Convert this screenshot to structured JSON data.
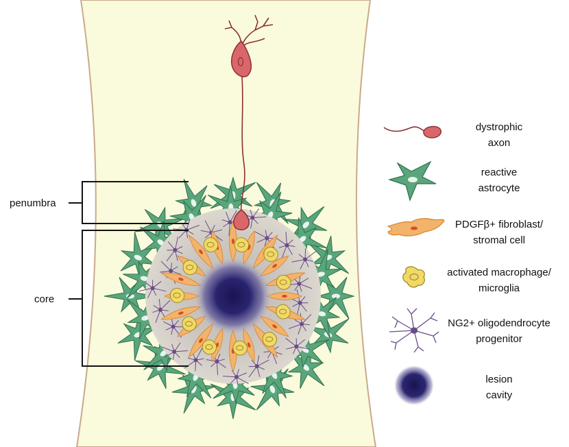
{
  "colors": {
    "tissue": "#fafadc",
    "tissue_edge": "#c9a98a",
    "astrocyte": "#5aa67c",
    "astrocyte_edge": "#2f6f4c",
    "fibroblast": "#f2b36a",
    "fibroblast_edge": "#d9822e",
    "macrophage": "#f2d866",
    "macrophage_edge": "#9a8a2a",
    "opc": "#6a4b87",
    "neuron": "#d9676a",
    "neuron_edge": "#8a2f35",
    "cavity": "#1f1a5c",
    "penumbra_gray": "#cfcac4"
  },
  "brackets": {
    "penumbra": "penumbra",
    "core": "core"
  },
  "legend": [
    {
      "icon": "dystrophic-axon-icon",
      "line1": "dystrophic",
      "line2": "axon"
    },
    {
      "icon": "reactive-astrocyte-icon",
      "line1": "reactive",
      "line2": "astrocyte"
    },
    {
      "icon": "fibroblast-icon",
      "line1": "PDGFβ+ fibroblast/",
      "line2": "stromal cell"
    },
    {
      "icon": "macrophage-icon",
      "line1": "activated macrophage/",
      "line2": "microglia"
    },
    {
      "icon": "ng2-opc-icon",
      "line1": "NG2+ oligodendrocyte",
      "line2": "progenitor"
    },
    {
      "icon": "lesion-cavity-icon",
      "line1": "lesion",
      "line2": "cavity"
    }
  ]
}
